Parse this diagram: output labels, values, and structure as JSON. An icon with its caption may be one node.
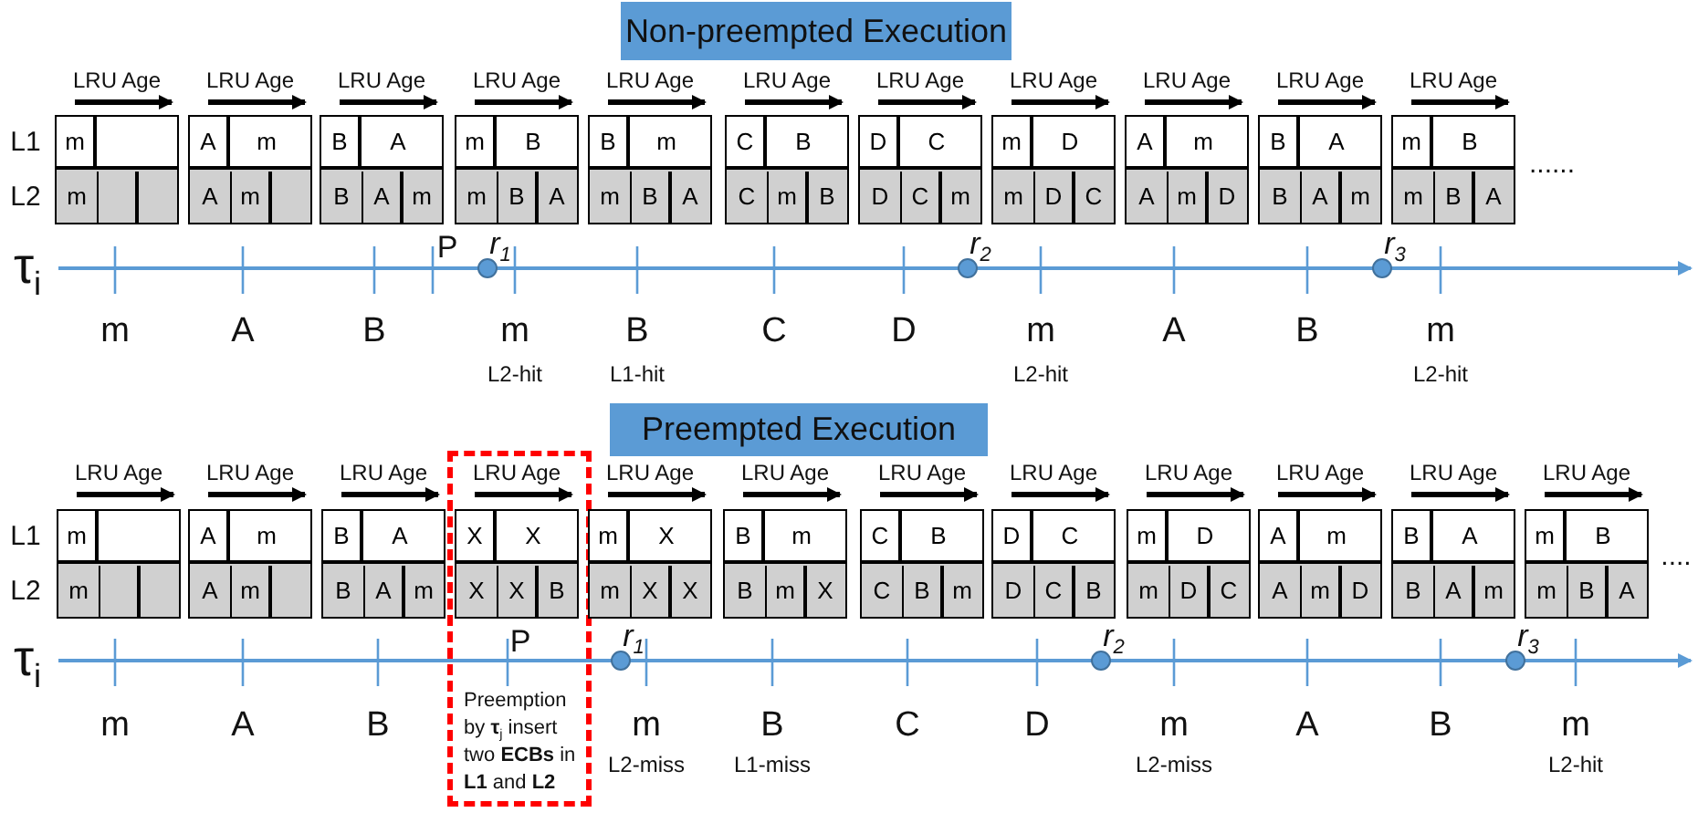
{
  "diagram": {
    "nodes": [
      {
        "text": [
          "Non-preempted Execution"
        ]
      },
      {
        "text": [
          "m",
          "m"
        ]
      },
      {
        "text": [
          "A",
          "m",
          "A",
          "m"
        ]
      },
      {
        "text": [
          "B",
          "A",
          "B",
          "A",
          "m"
        ]
      },
      {
        "text": [
          "m",
          "B",
          "m",
          "B",
          "A"
        ]
      },
      {
        "text": [
          "B",
          "m",
          "m",
          "B",
          "A"
        ]
      },
      {
        "text": [
          "C",
          "B",
          "C",
          "m",
          "B"
        ]
      },
      {
        "text": [
          "D",
          "C",
          "D",
          "C",
          "m"
        ]
      },
      {
        "text": [
          "m",
          "D",
          "m",
          "D",
          "C"
        ]
      },
      {
        "text": [
          "A",
          "m",
          "A",
          "m",
          "D"
        ]
      },
      {
        "text": [
          "B",
          "A",
          "B",
          "A",
          "m"
        ]
      },
      {
        "text": [
          "m",
          "B",
          "m",
          "B",
          "A"
        ]
      },
      {
        "text": [
          "Preempted Execution"
        ]
      },
      {
        "text": [
          "m",
          "m"
        ]
      },
      {
        "text": [
          "A",
          "m",
          "A",
          "m"
        ]
      },
      {
        "text": [
          "B",
          "A",
          "B",
          "A",
          "m"
        ]
      },
      {
        "text": [
          "Preemption by **τ**$_{j}$ insert two **ECBs** in **L1** and **L2**"
        ]
      },
      {
        "text": [
          "X",
          "X",
          "X",
          "X",
          "B"
        ],
        "in": 16
      },
      {
        "text": [
          "m",
          "X",
          "m",
          "X",
          "X"
        ]
      },
      {
        "text": [
          "B",
          "m",
          "B",
          "m",
          "X"
        ]
      },
      {
        "text": [
          "C",
          "B",
          "C",
          "B",
          "m"
        ]
      },
      {
        "text": [
          "D",
          "C",
          "D",
          "C",
          "B"
        ]
      },
      {
        "text": [
          "m",
          "D",
          "m",
          "D",
          "C"
        ]
      },
      {
        "text": [
          "A",
          "m",
          "A",
          "m",
          "D"
        ]
      },
      {
        "text": [
          "B",
          "A",
          "B",
          "A",
          "m"
        ]
      },
      {
        "text": [
          "m",
          "B",
          "m",
          "B",
          "A"
        ]
      }
    ],
    "labels": [
      "LRU Age",
      "LRU Age",
      "LRU Age",
      "LRU Age",
      "LRU Age",
      "LRU Age",
      "LRU Age",
      "LRU Age",
      "LRU Age",
      "LRU Age",
      "LRU Age",
      "L1",
      "L2",
      "......",
      "τ$_{i}$",
      "P",
      "r$_{1}$",
      "r$_{2}$",
      "r$_{3}$",
      "m",
      "A",
      "B",
      "m",
      "B",
      "C",
      "D",
      "m",
      "A",
      "B",
      "m",
      "L2-hit",
      "L1-hit",
      "L2-hit",
      "L2-hit",
      "LRU Age",
      "LRU Age",
      "LRU Age",
      "LRU Age",
      "LRU Age",
      "LRU Age",
      "LRU Age",
      "LRU Age",
      "LRU Age",
      "LRU Age",
      "LRU Age",
      "LRU Age",
      "L1",
      "L2",
      "....",
      "τ$_{i}$",
      "P",
      "r$_{1}$",
      "r$_{2}$",
      "r$_{3}$",
      "m",
      "A",
      "B",
      "m",
      "B",
      "C",
      "D",
      "m",
      "A",
      "B",
      "m",
      "L2-miss",
      "L1-miss",
      "L2-miss",
      "L2-hit"
    ]
  }
}
